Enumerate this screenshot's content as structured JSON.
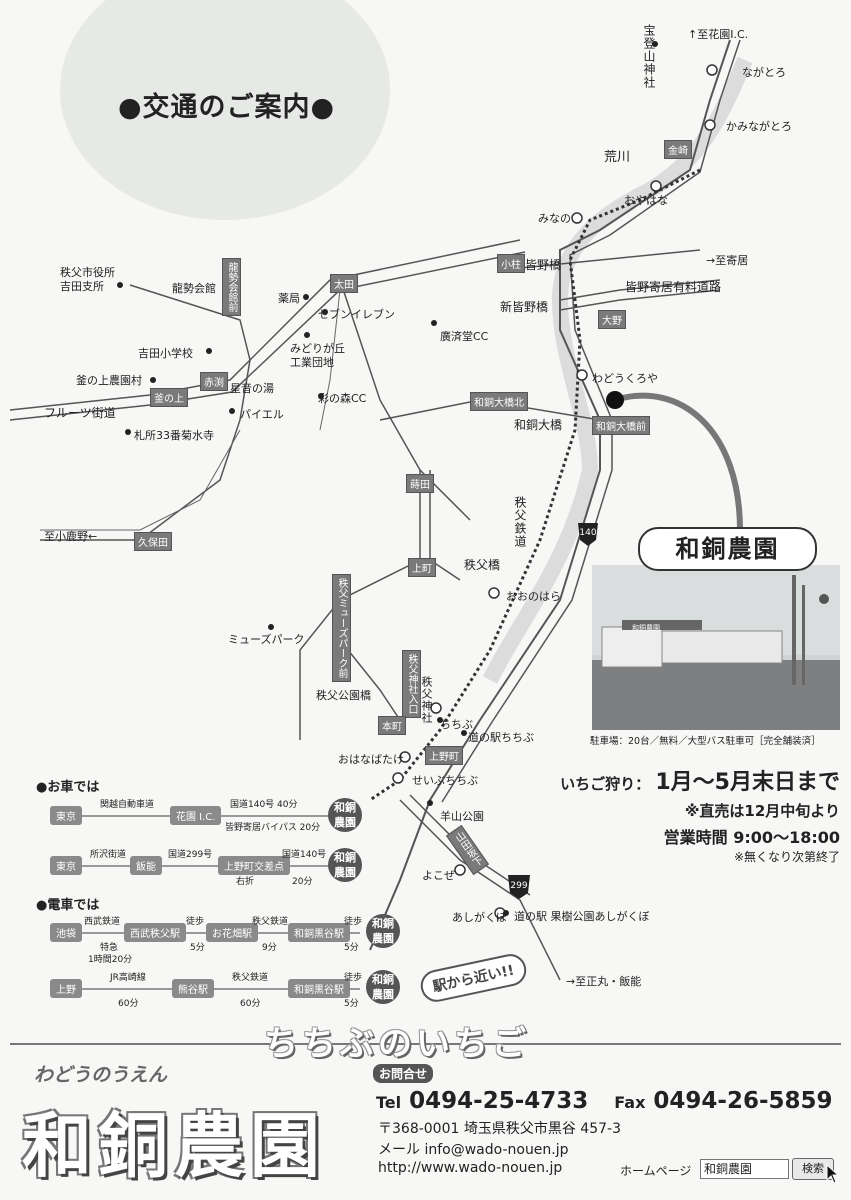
{
  "title": "●交通のご案内●",
  "map": {
    "places": {
      "houtou": "宝登山神社",
      "to_hanazono": "↑至花園I.C.",
      "nagatoro": "ながとろ",
      "kaminagatoro": "かみながとろ",
      "kinzaki": "金崎",
      "arakawa": "荒川",
      "oyahana": "おやはな",
      "minano": "みなの",
      "to_yorii": "→至寄居",
      "minano_bridge": "皆野橋",
      "kozaki": "小柱",
      "minano_toll": "皆野寄居有料道路",
      "new_minano_bridge": "新皆野橋",
      "ohno": "大野",
      "wadoukuroya": "わどうくろや",
      "chichibu_office": "秩父市役所\n吉田支所",
      "ryusei": "龍勢会館",
      "ryusei_box": "龍勢会館前",
      "yakkyoku": "薬局",
      "ota": "太田",
      "seven": "セブンイレブン",
      "kosaido": "廣済堂CC",
      "yoshida_school": "吉田小学校",
      "midorigaoka": "みどりが丘\n工業団地",
      "kamanokami": "釜の上農園村",
      "hoshine": "星音の湯",
      "akabuchi": "赤渕",
      "kamanokami_box": "釜の上",
      "fruit": "フルーツ街道",
      "paieru": "パイエル",
      "ayanomori": "彩の森CC",
      "wado_ohashi_kita": "和銅大橋北",
      "wado_ohashi": "和銅大橋",
      "wado_ohashi_mae": "和銅大橋前",
      "fudasho": "札所33番菊水寺",
      "shimoda": "蒔田",
      "chichibu_rail": "秩父鉄道",
      "route140": "140",
      "to_koshika": "至小鹿野←",
      "kubota": "久保田",
      "kamimachi": "上町",
      "chichibu_bridge": "秩父橋",
      "oohanohara": "おおのはら",
      "muse_box": "秩父ミューズパーク前",
      "muse": "ミューズパーク",
      "park_bridge": "秩父公園橋",
      "shrine_box": "秩父神社入口",
      "shrine": "秩父神社",
      "honmachi": "本町",
      "chichibu_st": "ちちぶ",
      "michinoeki": "道の駅ちちぶ",
      "ohanabatake": "おはなばたけ",
      "kamino": "上野町",
      "seibu": "せいぶちちぶ",
      "hitsujiyama": "羊山公園",
      "sakamaki": "山田坂下",
      "yokoze": "よこぜ",
      "route299": "299",
      "ashigakubo": "あしがくぼ",
      "ashigakubo_station": "道の駅 果樹公園あしがくぼ",
      "to_shomaru": "→至正丸・飯能"
    }
  },
  "farm": {
    "name": "和銅農園",
    "sign": "和銅農園",
    "parking": "駐車場：20台／無料／大型バス駐車可［完全舗装済］"
  },
  "season": {
    "label": "いちご狩り：",
    "period": "1月〜5月末日まで",
    "direct": "※直売は12月中旬より",
    "hours_label": "営業時間",
    "hours": "9:00〜18:00",
    "note": "※無くなり次第終了"
  },
  "access": {
    "car_heading": "●お車では",
    "train_heading": "●電車では",
    "badge": "和銅\n農園",
    "car1": {
      "from": "東京",
      "road1": "関越自動車道",
      "via": "花園 I.C.",
      "road2": "国道140号 40分",
      "road3": "皆野寄居バイパス 20分"
    },
    "car2": {
      "from": "東京",
      "road1": "所沢街道",
      "via1": "飯能",
      "road2": "国道299号",
      "via2": "上野町交差点",
      "turn": "右折",
      "road3": "国道140号",
      "time": "20分"
    },
    "train1": {
      "from": "池袋",
      "line1": "西武鉄道",
      "exp": "特急",
      "time1": "1時間20分",
      "st1": "西武秩父駅",
      "walk1": "徒歩",
      "w1": "5分",
      "st2": "お花畑駅",
      "line2": "秩父鉄道",
      "t2": "9分",
      "st3": "和銅黒谷駅",
      "walk2": "徒歩",
      "w2": "5分"
    },
    "train2": {
      "from": "上野",
      "line1": "JR高崎線",
      "t1": "60分",
      "st1": "熊谷駅",
      "line2": "秩父鉄道",
      "t2": "60分",
      "st2": "和銅黒谷駅",
      "walk": "徒歩",
      "w": "5分"
    },
    "near": "駅から近い!!"
  },
  "footer": {
    "slogan": "ちちぶのいちご",
    "brand_kana": "わどうのうえん",
    "brand": "和銅農園",
    "contact": "お問合せ",
    "tel_label": "Tel",
    "tel": "0494-25-4733",
    "fax_label": "Fax",
    "fax": "0494-26-5859",
    "address": "〒368-0001  埼玉県秩父市黒谷 457-3",
    "mail": "メール  info@wado-nouen.jp",
    "url": "http://www.wado-nouen.jp",
    "homepage": "ホームページ",
    "search_value": "和銅農園",
    "search_btn": "検索"
  }
}
